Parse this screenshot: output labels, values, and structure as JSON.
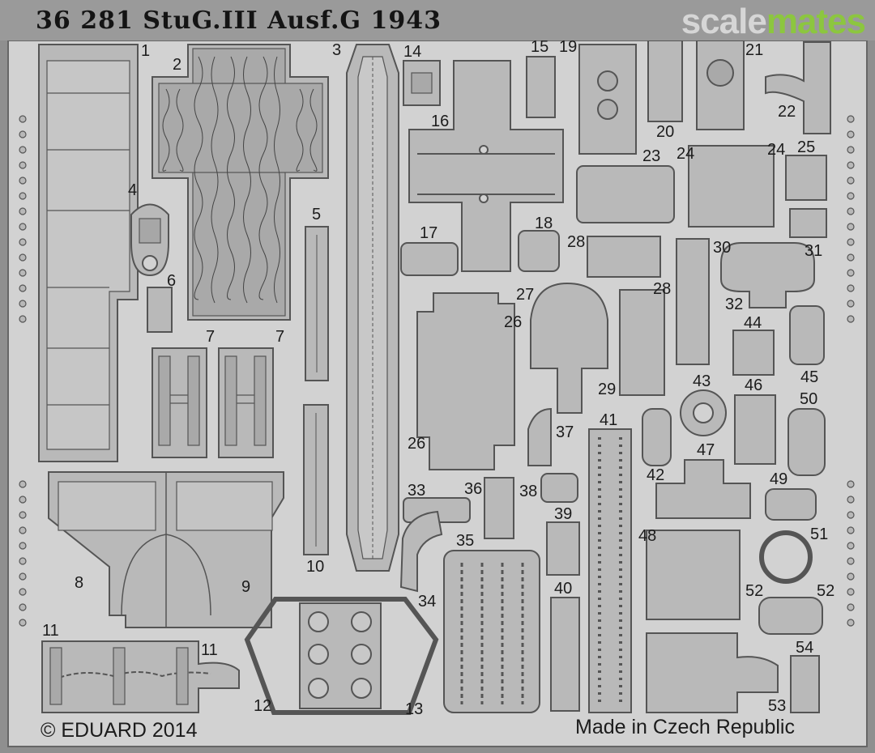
{
  "header": {
    "title": "36 281  StuG.III Ausf.G 1943"
  },
  "watermark": {
    "part1": "scale",
    "part2": "mates",
    "colors": {
      "part1": "#d6d6d6",
      "part2": "#8cc63f"
    }
  },
  "footer": {
    "copyright": "© EDUARD 2014",
    "origin": "Made in Czech Republic"
  },
  "part_numbers": [
    "1",
    "2",
    "3",
    "4",
    "5",
    "6",
    "7",
    "7",
    "8",
    "9",
    "10",
    "11",
    "11",
    "12",
    "13",
    "14",
    "15",
    "16",
    "17",
    "18",
    "19",
    "20",
    "21",
    "22",
    "23",
    "24",
    "24",
    "25",
    "26",
    "26",
    "27",
    "28",
    "28",
    "29",
    "30",
    "31",
    "32",
    "33",
    "34",
    "35",
    "36",
    "37",
    "38",
    "39",
    "40",
    "41",
    "42",
    "43",
    "44",
    "45",
    "46",
    "47",
    "48",
    "49",
    "50",
    "51",
    "52",
    "52",
    "53",
    "54"
  ],
  "colors": {
    "fret": "#d2d2d2",
    "background": "#8f8f8f",
    "outline": "#555555",
    "part": "#b9b9b9",
    "text": "#1c1c1c",
    "title_bar": "#9a9a9a"
  }
}
